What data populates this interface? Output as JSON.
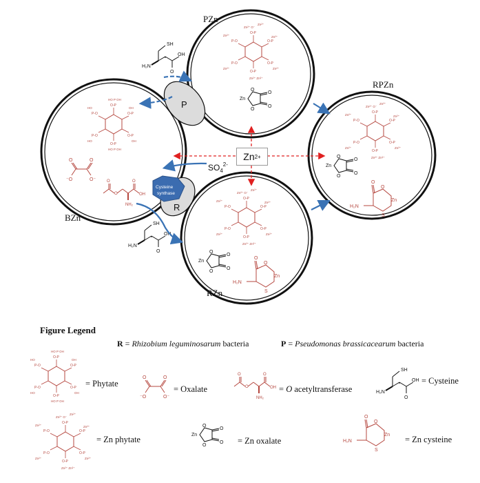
{
  "labels": {
    "pzn": "PZn",
    "rpzn": "RPZn",
    "bzn": "BZn",
    "rzn": "RZn",
    "zinc_ion": "Zn",
    "zinc_charge": "2+",
    "sulfate": "SO",
    "sulfate_sub": "4",
    "sulfate_charge": "2-",
    "bacterium_p": "P",
    "bacterium_r": "R",
    "enzyme_line1": "Cysteine",
    "enzyme_line2": "synthase"
  },
  "legend": {
    "title": "Figure Legend",
    "r_key": "R",
    "r_eq": " = ",
    "r_name": "Rhizobium leguminosarum",
    "r_suffix": " bacteria",
    "p_key": "P",
    "p_eq": " = ",
    "p_name": "Pseudomonas brassicacearum",
    "p_suffix": " bacteria",
    "phytate": "= Phytate",
    "oxalate": "= Oxalate",
    "oacetyl_prefix": "= ",
    "oacetyl_italic": "O",
    "oacetyl_rest": " acetyltransferase",
    "cysteine": "= Cysteine",
    "zn_phytate": "= Zn phytate",
    "zn_oxalate": "= Zn oxalate",
    "zn_cysteine": "= Zn cysteine"
  },
  "colors": {
    "molecule_red": "#b5473f",
    "arrow_blue": "#3a73b5",
    "dash_red": "#e02020",
    "enzyme_blue": "#3b6cb0",
    "bacterium_gray": "#dcdcdc"
  }
}
